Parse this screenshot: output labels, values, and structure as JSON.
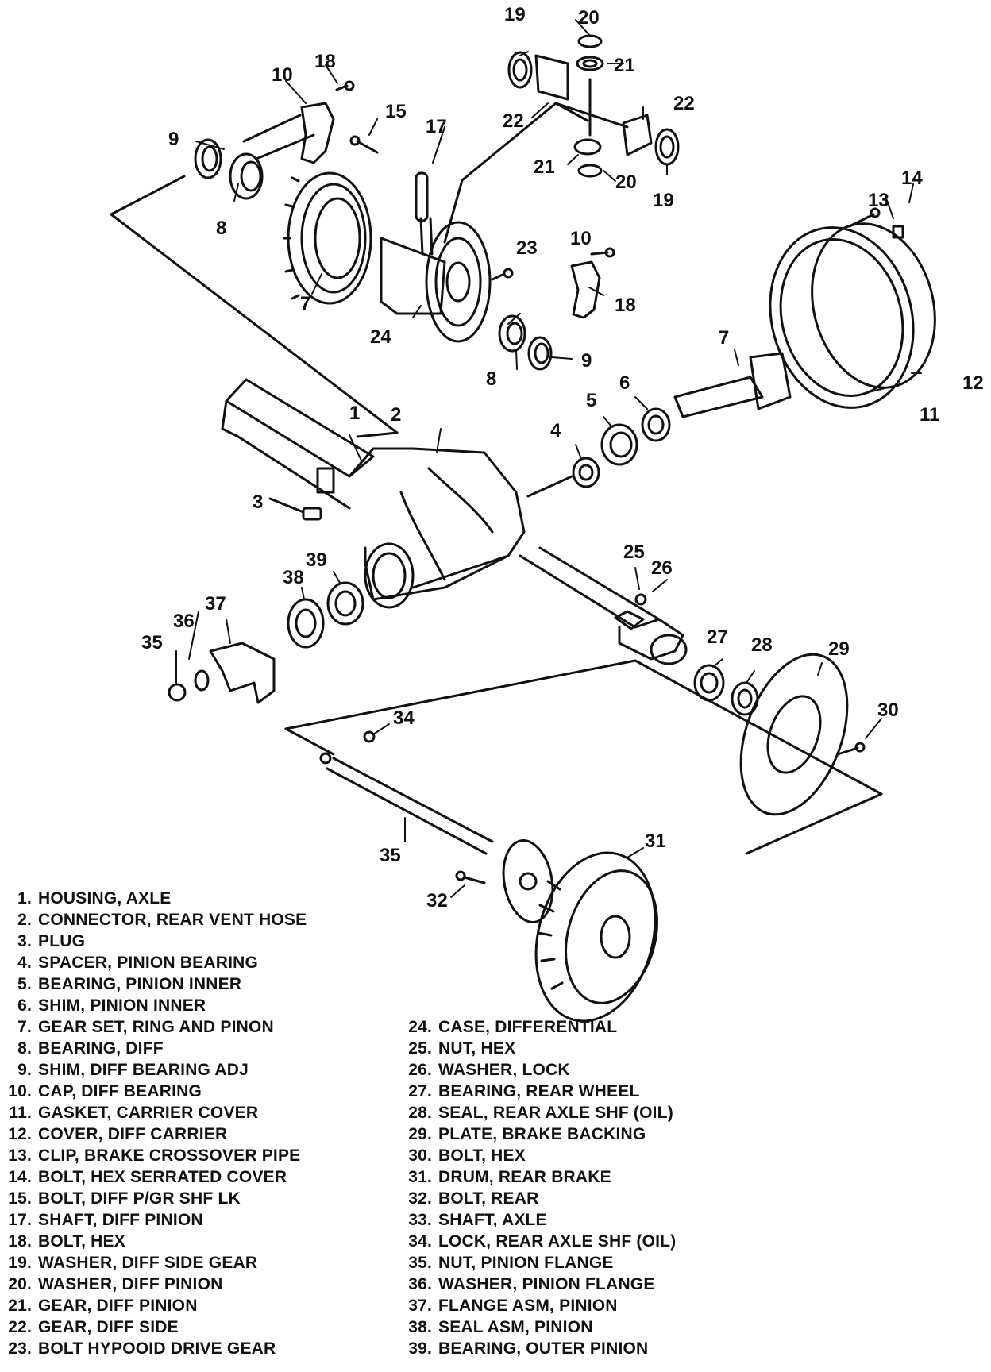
{
  "callouts": [
    "1",
    "2",
    "3",
    "4",
    "5",
    "6",
    "7",
    "7",
    "8",
    "8",
    "9",
    "9",
    "10",
    "10",
    "12",
    "11",
    "13",
    "14",
    "15",
    "17",
    "18",
    "18",
    "19",
    "19",
    "20",
    "20",
    "21",
    "21",
    "22",
    "22",
    "23",
    "24",
    "25",
    "26",
    "27",
    "28",
    "29",
    "30",
    "31",
    "32",
    "34",
    "35",
    "35",
    "36",
    "37",
    "38",
    "39"
  ],
  "legend_left": [
    {
      "num": "1.",
      "text": "HOUSING, AXLE"
    },
    {
      "num": "2.",
      "text": "CONNECTOR, REAR VENT HOSE"
    },
    {
      "num": "3.",
      "text": "PLUG"
    },
    {
      "num": "4.",
      "text": "SPACER, PINION BEARING"
    },
    {
      "num": "5.",
      "text": "BEARING, PINION INNER"
    },
    {
      "num": "6.",
      "text": "SHIM, PINION INNER"
    },
    {
      "num": "7.",
      "text": "GEAR SET, RING AND PINON"
    },
    {
      "num": "8.",
      "text": "BEARING, DIFF"
    },
    {
      "num": "9.",
      "text": "SHIM, DIFF BEARING ADJ"
    },
    {
      "num": "10.",
      "text": "CAP, DIFF BEARING"
    },
    {
      "num": "11.",
      "text": "GASKET, CARRIER COVER"
    },
    {
      "num": "12.",
      "text": "COVER, DIFF CARRIER"
    },
    {
      "num": "13.",
      "text": "CLIP, BRAKE CROSSOVER PIPE"
    },
    {
      "num": "14.",
      "text": "BOLT, HEX SERRATED COVER"
    },
    {
      "num": "15.",
      "text": "BOLT, DIFF P/GR SHF LK"
    },
    {
      "num": "17.",
      "text": "SHAFT, DIFF PINION"
    },
    {
      "num": "18.",
      "text": "BOLT, HEX"
    },
    {
      "num": "19.",
      "text": "WASHER, DIFF SIDE GEAR"
    },
    {
      "num": "20.",
      "text": "WASHER, DIFF PINION"
    },
    {
      "num": "21.",
      "text": "GEAR, DIFF PINION"
    },
    {
      "num": "22.",
      "text": "GEAR, DIFF SIDE"
    },
    {
      "num": "23.",
      "text": "BOLT HYPOOID DRIVE GEAR"
    }
  ],
  "legend_right": [
    {
      "num": "24.",
      "text": "CASE, DIFFERENTIAL"
    },
    {
      "num": "25.",
      "text": "NUT, HEX"
    },
    {
      "num": "26.",
      "text": "WASHER, LOCK"
    },
    {
      "num": "27.",
      "text": "BEARING, REAR WHEEL"
    },
    {
      "num": "28.",
      "text": "SEAL, REAR AXLE SHF (OIL)"
    },
    {
      "num": "29.",
      "text": "PLATE, BRAKE BACKING"
    },
    {
      "num": "30.",
      "text": "BOLT, HEX"
    },
    {
      "num": "31.",
      "text": "DRUM, REAR BRAKE"
    },
    {
      "num": "32.",
      "text": "BOLT, REAR"
    },
    {
      "num": "33.",
      "text": "SHAFT, AXLE"
    },
    {
      "num": "34.",
      "text": "LOCK, REAR AXLE SHF (OIL)"
    },
    {
      "num": "35.",
      "text": "NUT, PINION FLANGE"
    },
    {
      "num": "36.",
      "text": "WASHER, PINION FLANGE"
    },
    {
      "num": "37.",
      "text": "FLANGE ASM, PINION"
    },
    {
      "num": "38.",
      "text": "SEAL ASM, PINION"
    },
    {
      "num": "39.",
      "text": "BEARING, OUTER PINION"
    }
  ]
}
